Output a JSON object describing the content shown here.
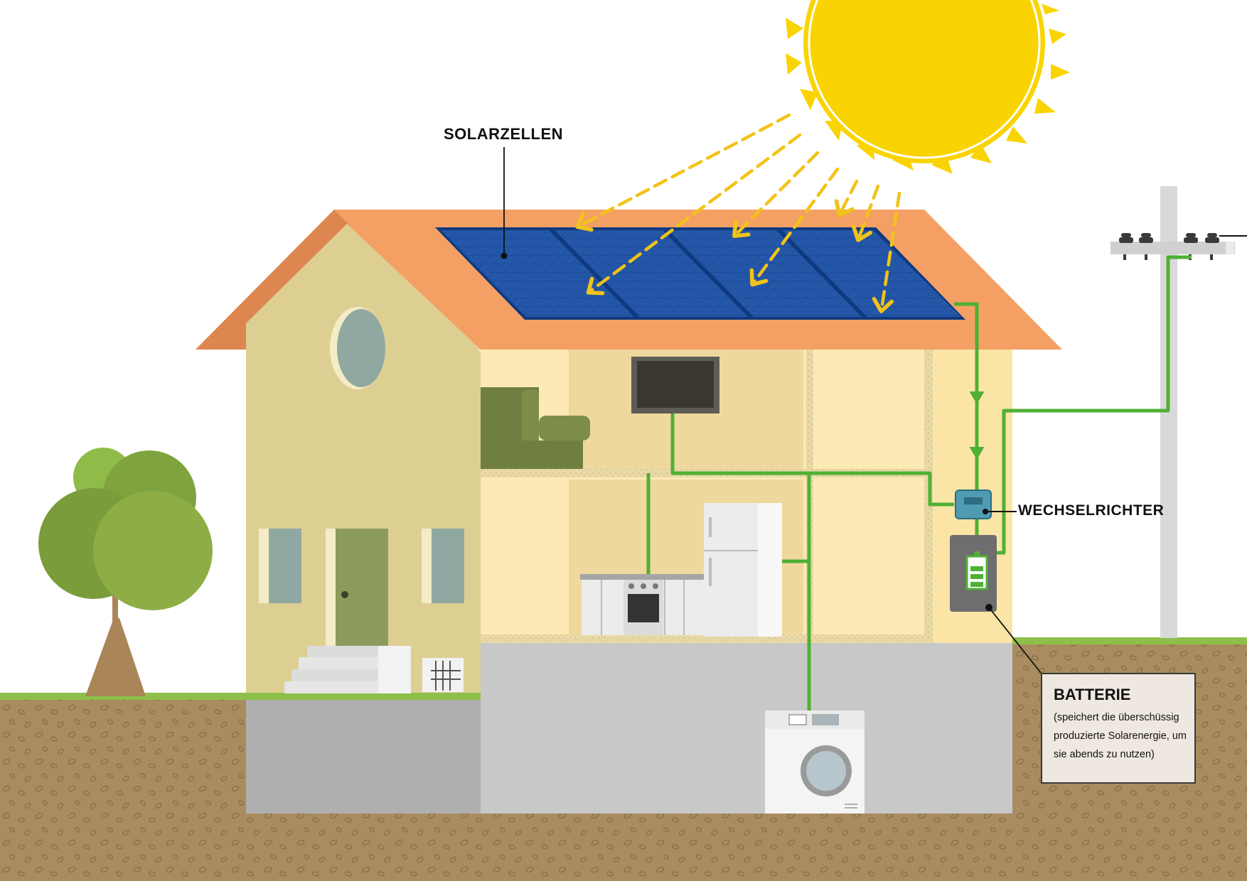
{
  "labels": {
    "solar_cells": "SOLARZELLEN",
    "inverter": "WECHSELRICHTER",
    "battery_title": "BATTERIE",
    "battery_description": "(speichert die überschüssig produzierte Solarenergie, um sie abends zu nutzen)"
  },
  "colors": {
    "sun": "#f9d402",
    "roof": "#f4a064",
    "wall": "#ddcf92",
    "interior": "#fde9b3",
    "solar_panel": "#1e4e9c",
    "cable": "#4fb034",
    "ground": "#a98c60",
    "grass": "#8dc04a",
    "basement": "#c8c8c8"
  }
}
